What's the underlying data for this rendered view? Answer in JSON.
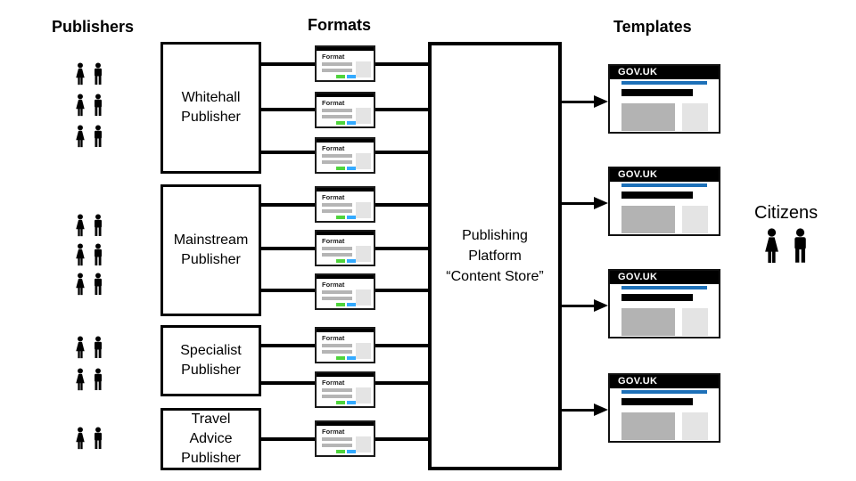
{
  "headings": {
    "publishers": "Publishers",
    "formats": "Formats",
    "templates": "Templates"
  },
  "citizens": {
    "label": "Citizens",
    "pairs": 1
  },
  "publishers": [
    {
      "id": "whitehall",
      "label": "Whitehall\nPublisher",
      "people_pair_rows": 3,
      "format_count": 3
    },
    {
      "id": "mainstream",
      "label": "Mainstream\nPublisher",
      "people_pair_rows": 3,
      "format_count": 3
    },
    {
      "id": "specialist",
      "label": "Specialist\nPublisher",
      "people_pair_rows": 2,
      "format_count": 2
    },
    {
      "id": "travel-advice",
      "label": "Travel\nAdvice\nPublisher",
      "people_pair_rows": 1,
      "format_count": 1
    }
  ],
  "format_card": {
    "label": "Format",
    "count": 9
  },
  "platform": {
    "label": "Publishing\nPlatform\n“Content Store”"
  },
  "templates": {
    "brand": "GOV.UK",
    "count": 4
  },
  "colors": {
    "line_black": "#000000",
    "govuk_blue": "#1d70b8",
    "chip_green": "#4fd43c",
    "chip_blue": "#33aaff",
    "bar_gray": "#b5b5b5",
    "panel_gray": "#b3b3b3",
    "panel_light": "#e4e4e4"
  }
}
